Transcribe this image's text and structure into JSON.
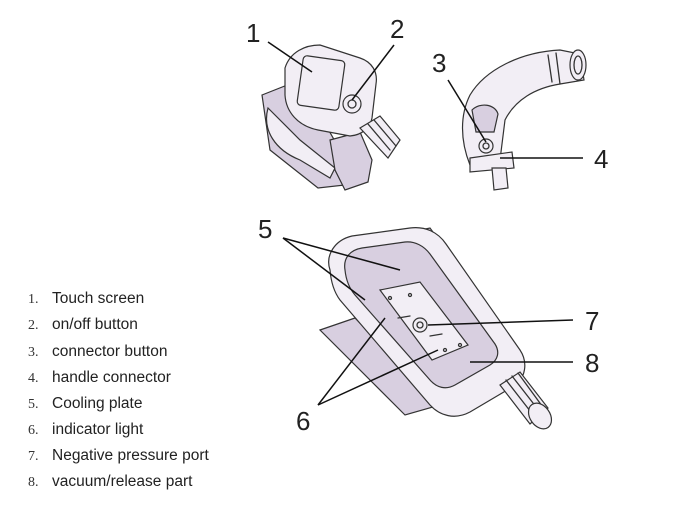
{
  "callouts": {
    "c1": "1",
    "c2": "2",
    "c3": "3",
    "c4": "4",
    "c5": "5",
    "c6": "6",
    "c7": "7",
    "c8": "8"
  },
  "legend": [
    {
      "num": "1.",
      "text": "Touch screen"
    },
    {
      "num": "2.",
      "text": "on/off button"
    },
    {
      "num": "3.",
      "text": "connector button"
    },
    {
      "num": "4.",
      "text": "handle connector"
    },
    {
      "num": "5.",
      "text": "Cooling plate"
    },
    {
      "num": "6.",
      "text": "indicator light"
    },
    {
      "num": "7.",
      "text": "Negative pressure port"
    },
    {
      "num": "8.",
      "text": "vacuum/release part"
    }
  ]
}
